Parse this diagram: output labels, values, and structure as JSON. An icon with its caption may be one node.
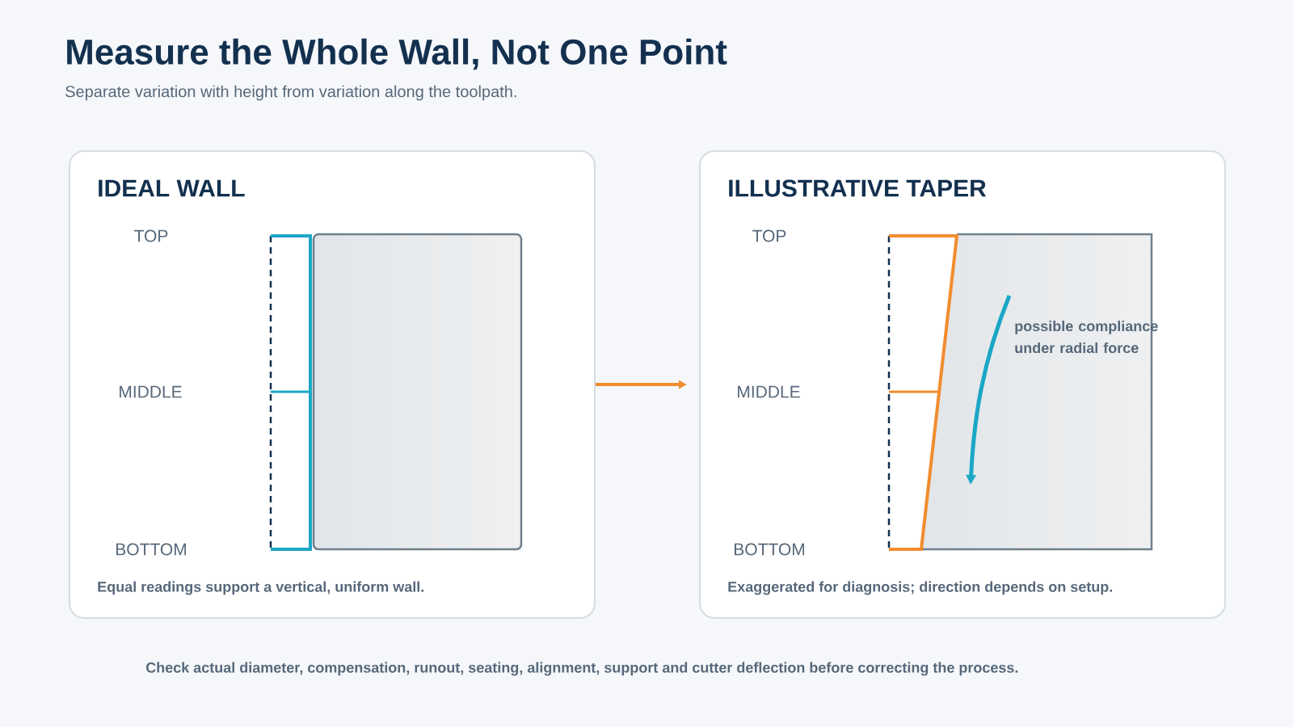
{
  "diagram": {
    "title": "Measure the Whole Wall, Not One Point",
    "caption": "Check actual diameter, compensation, runout, seating, alignment, support and cutter deflection before correcting the process.",
    "nodes": [
      {
        "text": [
          "IDEAL WALL",
          "Equal readings support a vertical, uniform wall."
        ]
      },
      {
        "text": [
          "ILLUSTRATIVE TAPER",
          "Exaggerated for diagnosis; direction depends on setup."
        ]
      }
    ],
    "edges": [
      {
        "from": 0,
        "to": 1,
        "arrow": "to"
      }
    ],
    "labels": [
      "Separate variation with height from variation along the toolpath.",
      "TOP",
      "MIDDLE",
      "BOTTOM",
      "TOP",
      "MIDDLE",
      "BOTTOM",
      "possible compliance under radial force"
    ]
  }
}
